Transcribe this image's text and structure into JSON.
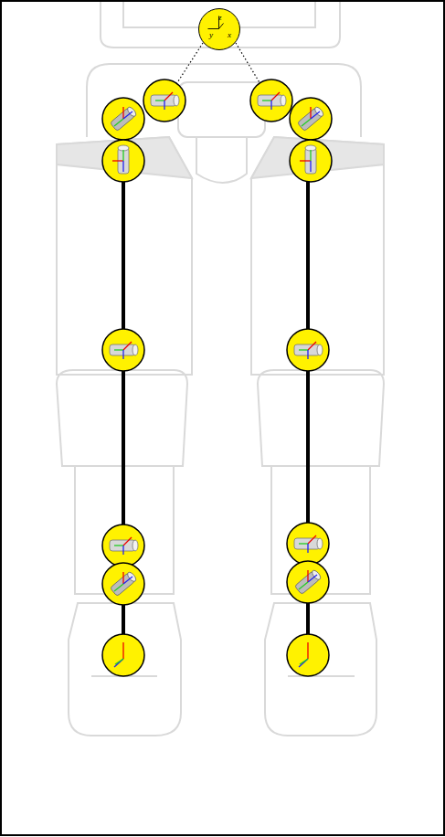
{
  "diagram": {
    "nodes": [
      {
        "text": [
          "z",
          "y",
          "x"
        ]
      }
    ]
  }
}
